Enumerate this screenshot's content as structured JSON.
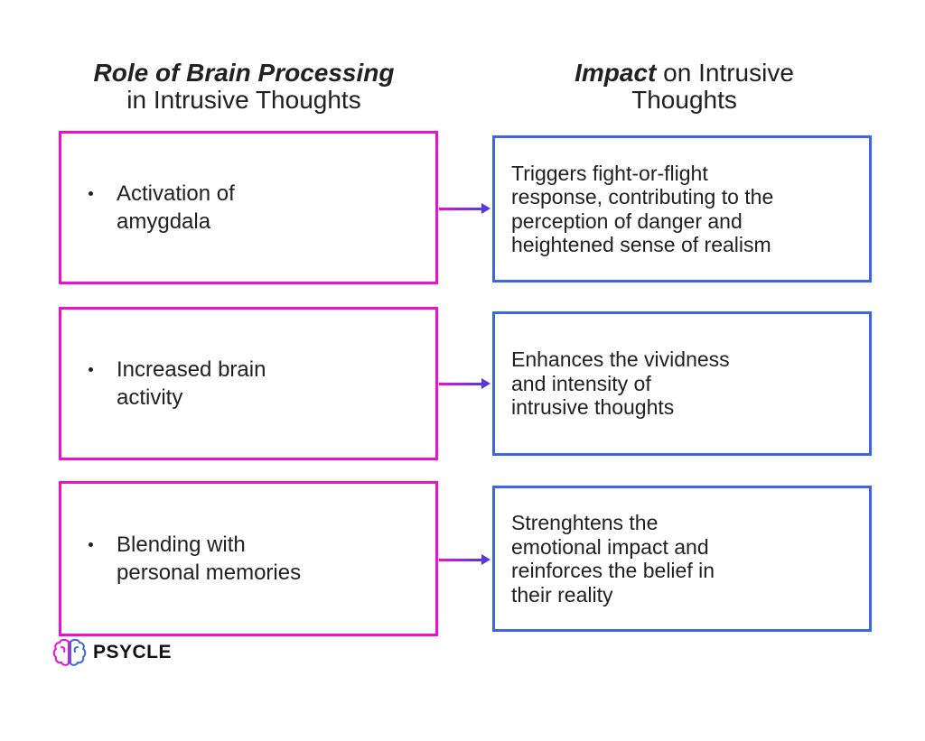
{
  "titles": {
    "left": {
      "emphasis": "Role of Brain Processing",
      "line2": "in Intrusive Thoughts"
    },
    "right": {
      "emphasis": "Impact",
      "line1_rest": "on Intrusive",
      "line2": "Thoughts"
    }
  },
  "rows": [
    {
      "cause": "Activation of\namygdala",
      "effect": "Triggers fight-or-flight\nresponse, contributing to the\nperception of danger and\nheightened sense of realism"
    },
    {
      "cause": "Increased brain\nactivity",
      "effect": "Enhances the vividness\nand intensity of\nintrusive thoughts"
    },
    {
      "cause": "Blending with\npersonal memories",
      "effect": "Strenghtens the\nemotional impact and\nreinforces the belief in\ntheir reality"
    }
  ],
  "logo": {
    "brand": "PSYCLE"
  },
  "colors": {
    "magenta": "#ed0fd2",
    "blue": "#3e66e0",
    "arrowhead": "#5a35e6",
    "text": "#212121"
  }
}
